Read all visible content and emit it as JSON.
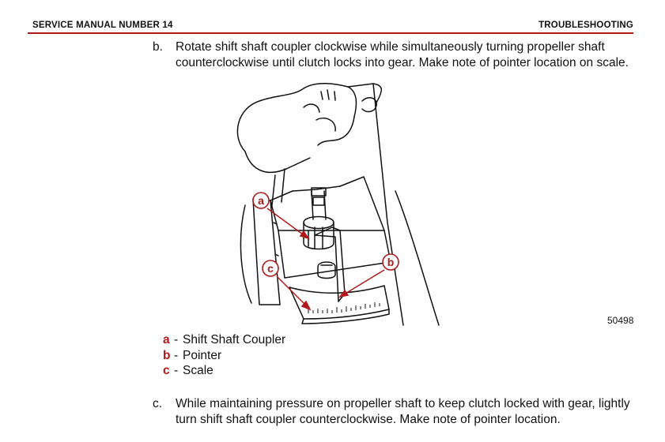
{
  "header": {
    "left": "SERVICE MANUAL NUMBER 14",
    "right": "TROUBLESHOOTING"
  },
  "steps": [
    {
      "letter": "b.",
      "text": "Rotate shift shaft coupler clockwise while simultaneously turning propeller shaft counterclockwise until clutch locks into gear. Make note of pointer location on scale."
    },
    {
      "letter": "c.",
      "text": "While maintaining pressure on propeller shaft to keep clutch locked with gear, lightly turn shift shaft coupler counterclockwise. Make note of pointer location."
    }
  ],
  "figure": {
    "id": "50498",
    "callouts": [
      "a",
      "b",
      "c"
    ]
  },
  "legend": [
    {
      "key": "a",
      "label": "Shift Shaft Coupler"
    },
    {
      "key": "b",
      "label": "Pointer"
    },
    {
      "key": "c",
      "label": "Scale"
    }
  ],
  "colors": {
    "accent": "#b01a1a"
  }
}
